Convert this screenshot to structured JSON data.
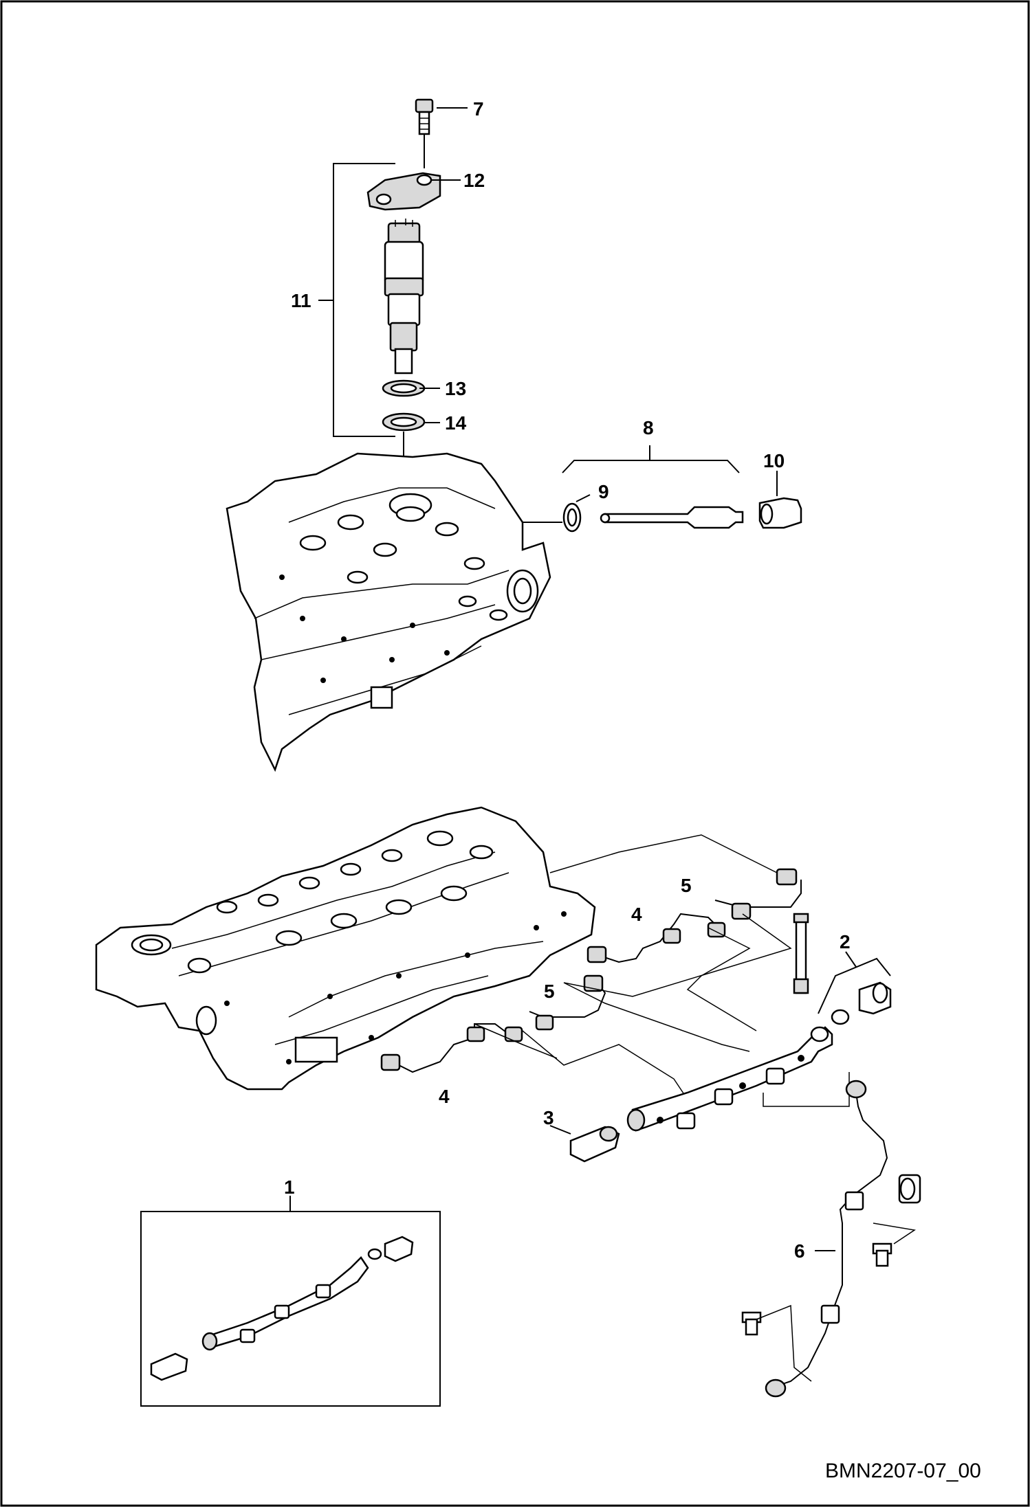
{
  "callouts": {
    "c1": "1",
    "c2": "2",
    "c3": "3",
    "c4a": "4",
    "c4b": "4",
    "c5a": "5",
    "c5b": "5",
    "c6": "6",
    "c7": "7",
    "c8": "8",
    "c9": "9",
    "c10": "10",
    "c11": "11",
    "c12": "12",
    "c13": "13",
    "c14": "14"
  },
  "reference": "BMN2207-07_00"
}
